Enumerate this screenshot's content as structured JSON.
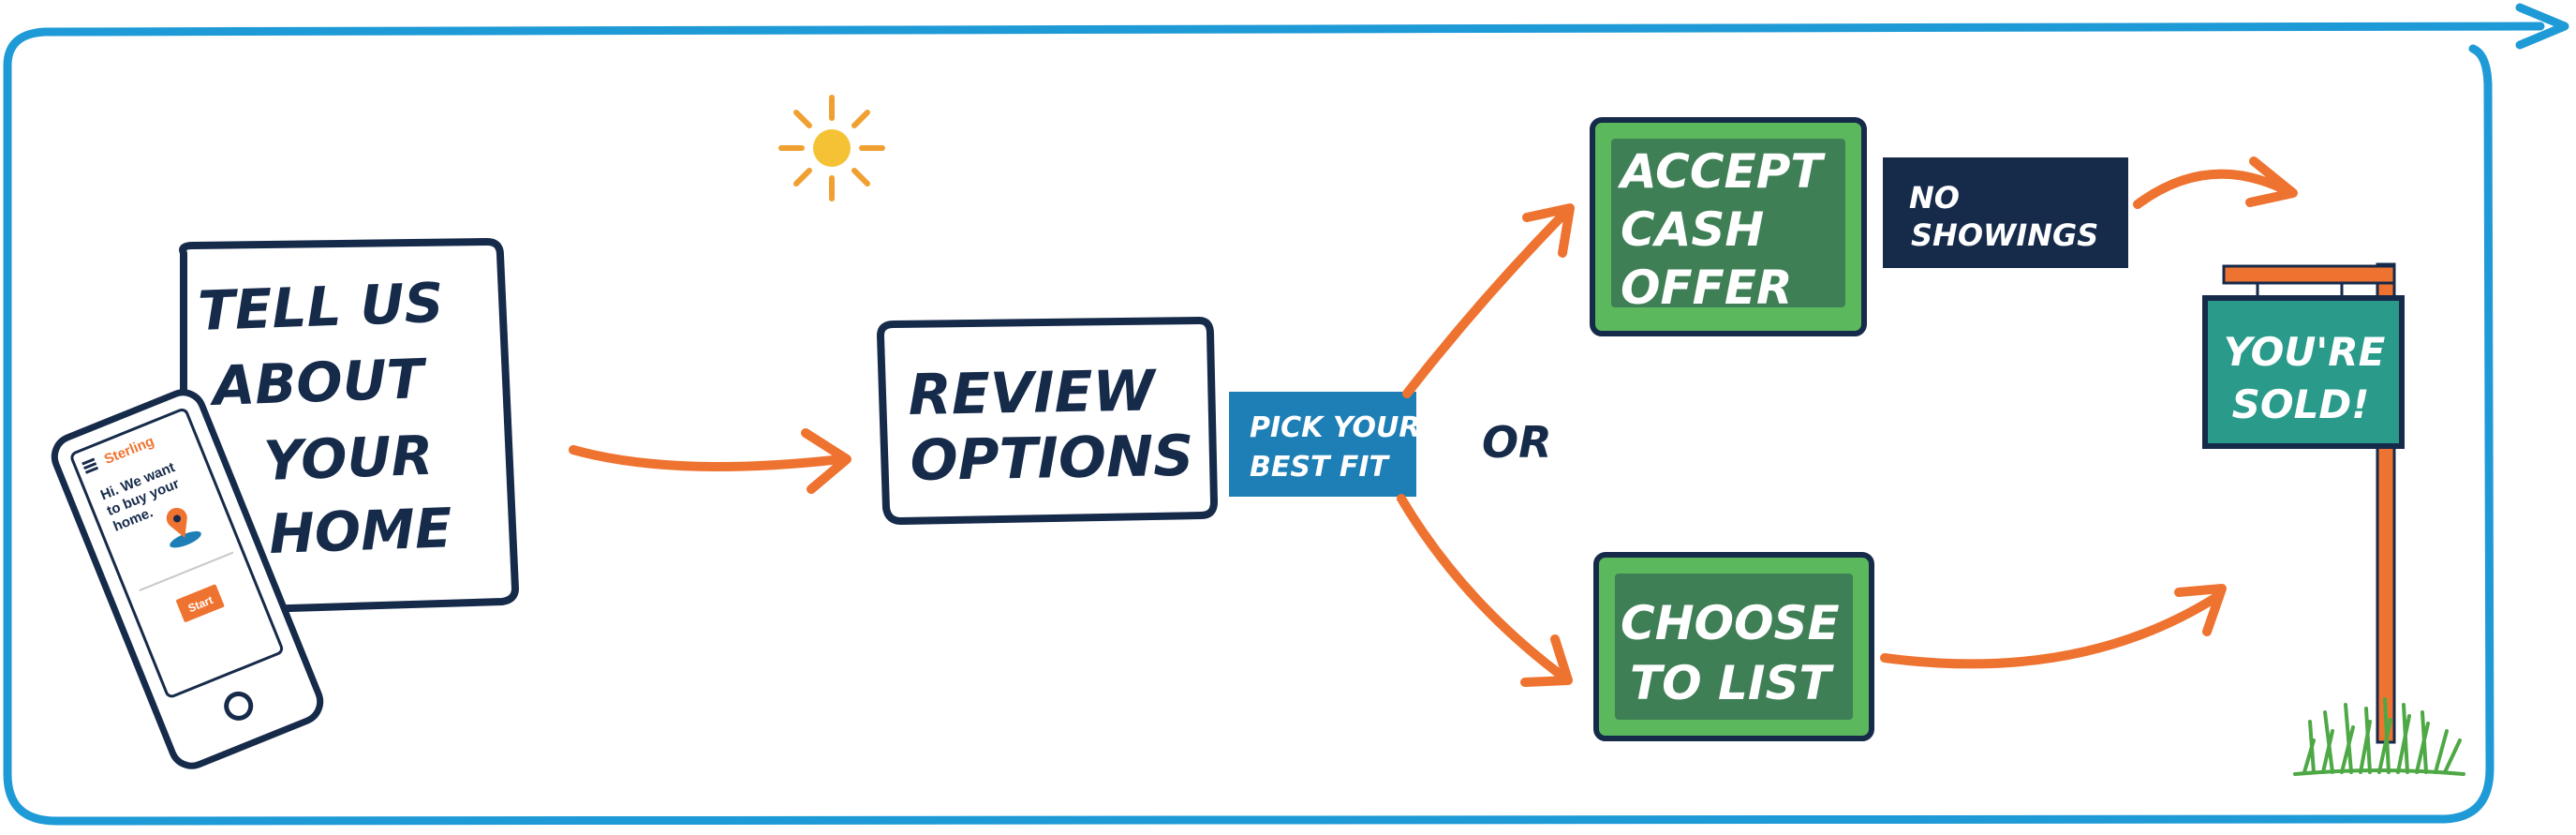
{
  "colors": {
    "frame": "#1e9ad6",
    "navy": "#162a4a",
    "orange": "#ef7330",
    "teal_label": "#1d7fb5",
    "green_outer": "#5cb85c",
    "green_inner": "#3f7f56",
    "sold_sign": "#2a9a8a",
    "grass": "#4ea845",
    "sun": "#f5c235",
    "sun_rays": "#f0a030"
  },
  "icons": {
    "phone": "smartphone-icon",
    "map_pin": "map-pin-icon",
    "menu": "hamburger-menu-icon",
    "sun": "sun-icon",
    "sign_post": "real-estate-sign-post-icon",
    "grass": "grass-icon"
  },
  "phone": {
    "brand": "Sterling",
    "message_lines": [
      "Hi. We want",
      "to buy your",
      "home."
    ],
    "button_label": "Start"
  },
  "steps": {
    "tell_us": {
      "lines": [
        "TELL US",
        "ABOUT",
        "YOUR",
        "HOME"
      ]
    },
    "review": {
      "lines": [
        "REVIEW",
        "OPTIONS"
      ]
    },
    "pick_fit": {
      "lines": [
        "PICK YOUR",
        "BEST FIT"
      ]
    },
    "or": "OR",
    "accept_cash": {
      "lines": [
        "ACCEPT",
        "CASH",
        "OFFER"
      ]
    },
    "no_showings": {
      "lines": [
        "NO",
        "SHOWINGS"
      ]
    },
    "choose_list": {
      "lines": [
        "CHOOSE",
        "TO LIST"
      ]
    },
    "sold": {
      "lines": [
        "YOU'RE",
        "SOLD!"
      ]
    }
  }
}
